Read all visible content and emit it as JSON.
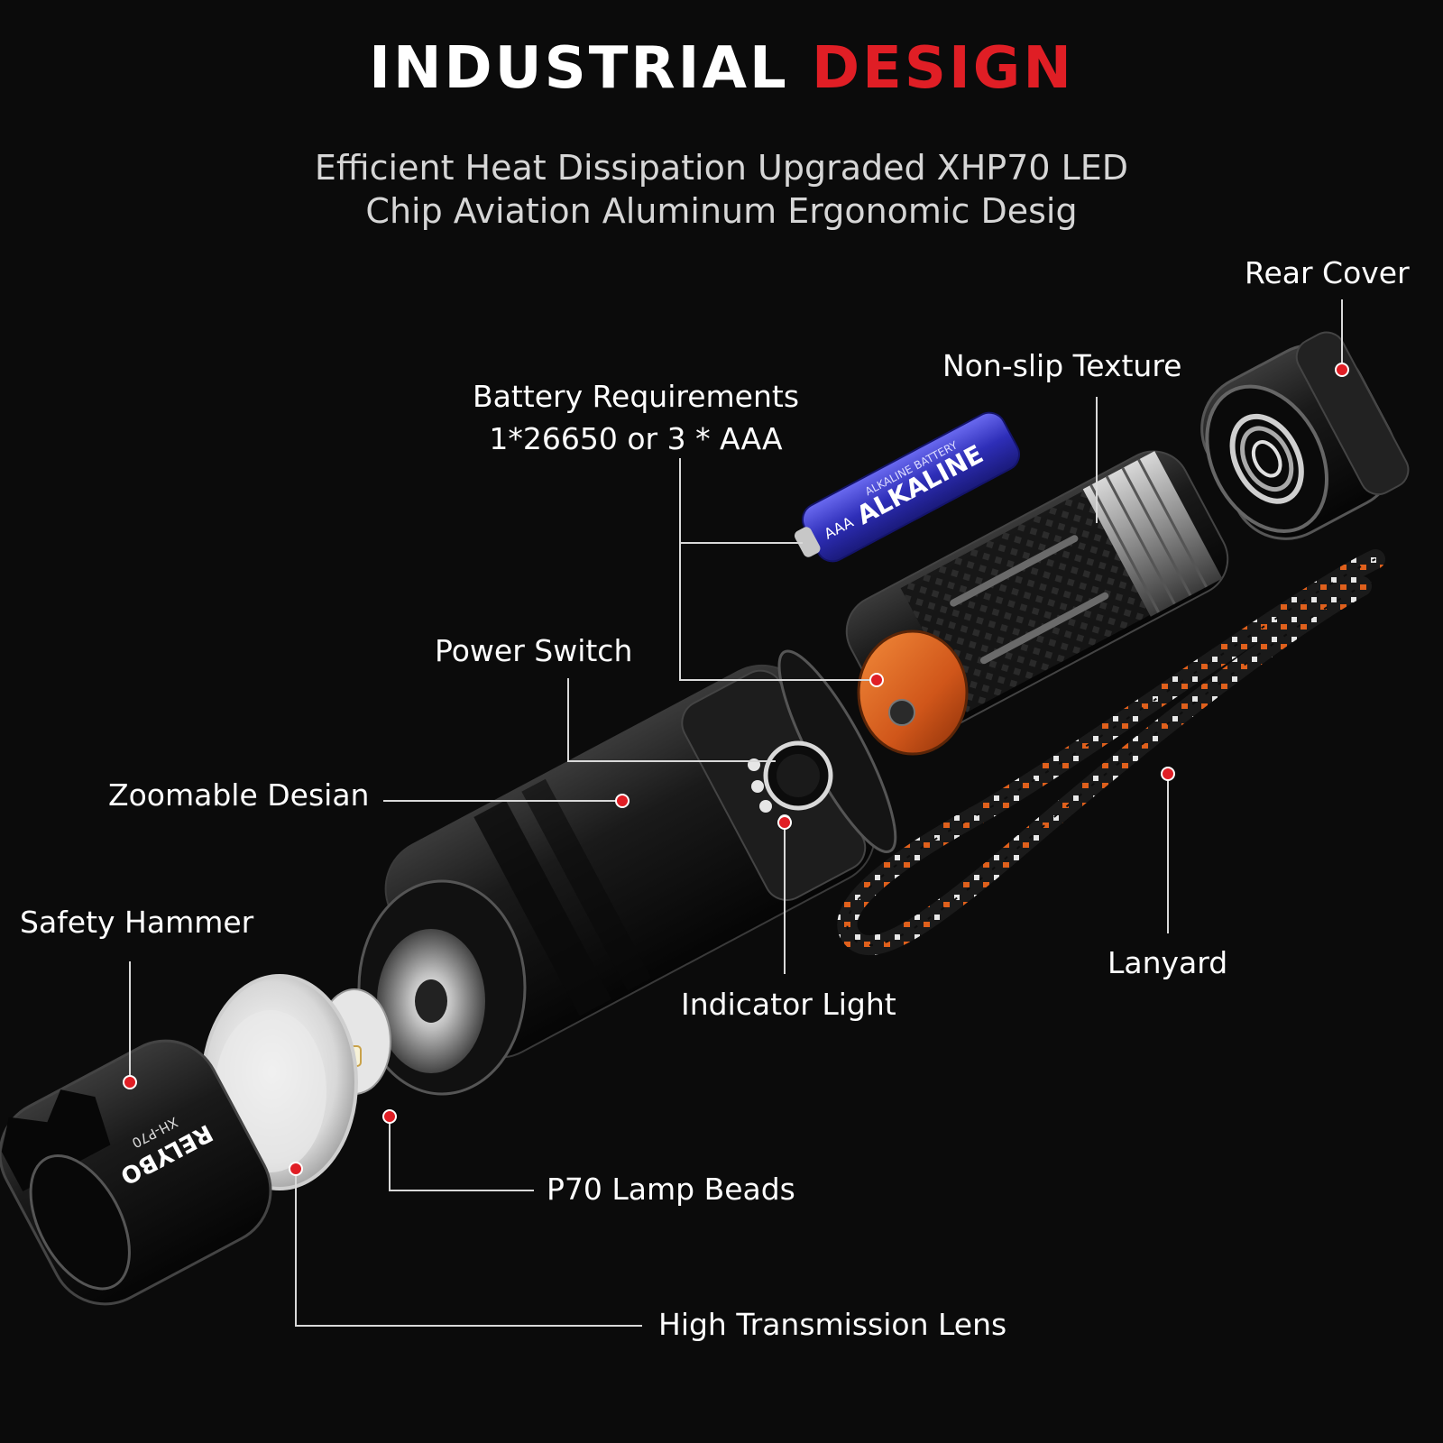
{
  "title": {
    "part1": "INDUSTRIAL",
    "part2": "DESIGN"
  },
  "subtitle": {
    "line1": "Efficient Heat Dissipation Upgraded XHP70 LED",
    "line2": "Chip Aviation Aluminum Ergonomic Desig"
  },
  "labels": {
    "rear_cover": "Rear Cover",
    "non_slip_texture": "Non-slip Texture",
    "battery_requirements": "Battery Requirements",
    "battery_spec": "1*26650 or 3 * AAA",
    "power_switch": "Power Switch",
    "zoomable_design": "Zoomable Desian",
    "safety_hammer": "Safety Hammer",
    "indicator_light": "Indicator Light",
    "lanyard": "Lanyard",
    "lamp_beads": "P70 Lamp Beads",
    "lens": "High Transmission Lens"
  },
  "product_marks": {
    "battery_brand": "ALKALINE",
    "battery_small": "ALKALINE BATTERY",
    "battery_size": "AAA",
    "head_brand": "RELYBO",
    "head_model": "XH-P70"
  },
  "colors": {
    "accent_red": "#e01e25",
    "background": "#0b0b0b",
    "orange_cap": "#e0601c",
    "battery_blue": "#3b3bc8"
  }
}
